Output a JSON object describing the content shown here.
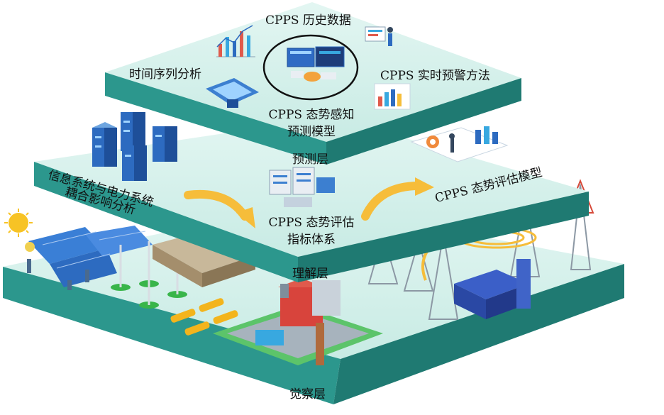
{
  "layers": {
    "top": {
      "name": "预测层",
      "history": "CPPS 历史数据",
      "time_series": "时间序列分析",
      "realtime": "CPPS 实时预警方法",
      "model_line1": "CPPS 态势感知",
      "model_line2": "预测模型"
    },
    "middle": {
      "name": "理解层",
      "coupling_line1": "信息系统与电力系统",
      "coupling_line2": "耦合影响分析",
      "index_line1": "CPPS 态势评估",
      "index_line2": "指标体系",
      "eval_model": "CPPS 态势评估模型"
    },
    "bottom": {
      "name": "觉察层"
    }
  },
  "colors": {
    "platform_top": "#d6f1ec",
    "platform_side": "#2a8f86",
    "platform_side_dark": "#1f7a72",
    "arrow": "#f6bd3a"
  }
}
